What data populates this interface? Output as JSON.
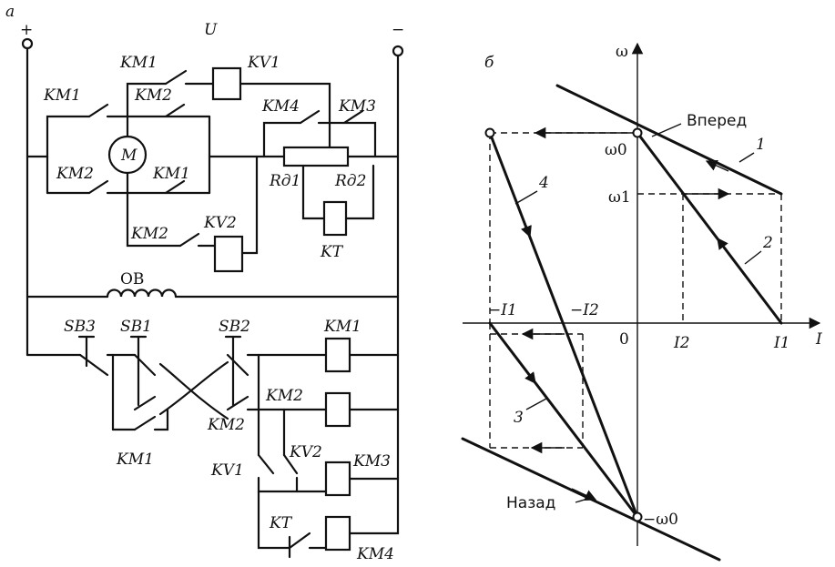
{
  "schematic": {
    "panel_label": "а",
    "plus": "+",
    "minus": "−",
    "voltage": "U",
    "motor": "M",
    "field_winding": "ОВ",
    "contacts": {
      "km1_top": "KM1",
      "km1_left": "KM1",
      "km2_upper": "KM2",
      "km2_left": "KM2",
      "km1_right": "KM1",
      "km2_lower": "KM2",
      "km4": "KM4",
      "km3": "KM3",
      "km1_bottom": "KM1",
      "km2_bottom": "KM2",
      "kv1": "KV1",
      "kv2": "KV2",
      "kt": "KT"
    },
    "coils": {
      "kv1": "KV1",
      "kv2": "KV2",
      "kt": "KT",
      "km1": "KM1",
      "km2": "KM2",
      "km3": "KM3",
      "km4": "KM4"
    },
    "resistors": {
      "rd1": "Rд1",
      "rd2": "Rд2"
    },
    "buttons": {
      "sb3": "SB3",
      "sb1": "SB1",
      "sb2": "SB2"
    }
  },
  "graph": {
    "panel_label": "б",
    "y_axis": "ω",
    "x_axis": "I",
    "origin": "0",
    "omega0": "ω0",
    "omega1": "ω1",
    "neg_omega0": "−ω0",
    "I1": "I1",
    "I2": "I2",
    "neg_I1": "−I1",
    "neg_I2": "−I2",
    "forward": "Вперед",
    "backward": "Назад",
    "curve_labels": [
      "1",
      "2",
      "3",
      "4"
    ]
  }
}
